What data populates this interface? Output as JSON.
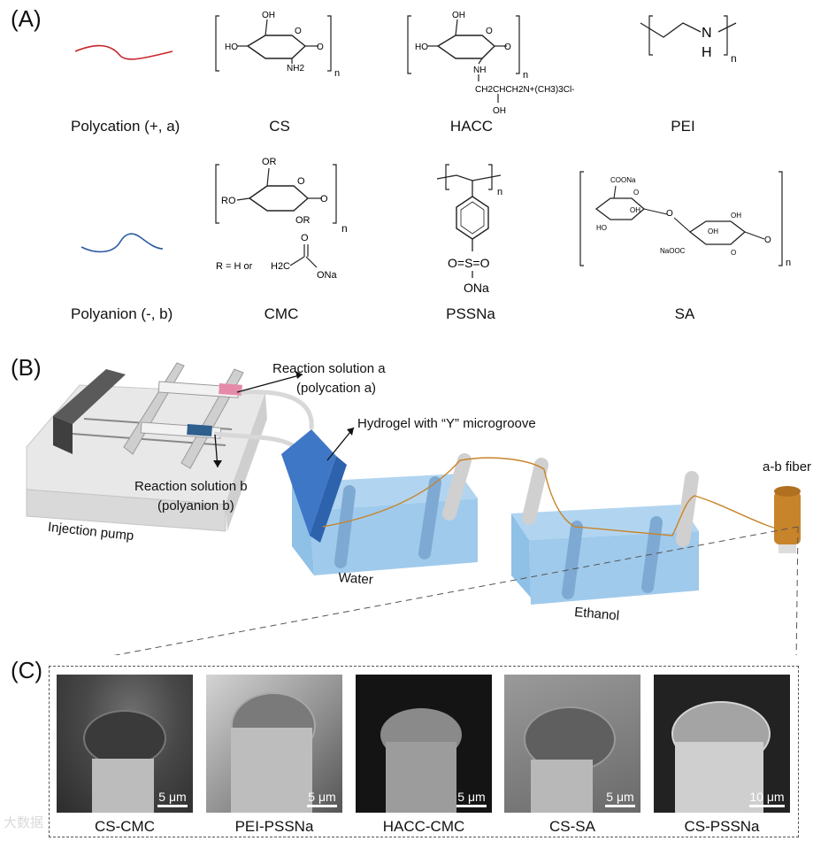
{
  "panels": {
    "a": "(A)",
    "b": "(B)",
    "c": "(C)"
  },
  "panelA": {
    "polycation_label": "Polycation (+, a)",
    "polyanion_label": "Polyanion (-, b)",
    "names": {
      "cs": "CS",
      "hacc": "HACC",
      "pei": "PEI",
      "cmc": "CMC",
      "pssna": "PSSNa",
      "sa": "SA"
    },
    "chem": {
      "oh": "OH",
      "ho": "HO",
      "nh2": "NH2",
      "nh": "NH",
      "n": "N",
      "h": "H",
      "o": "O",
      "sub_n": "n",
      "hacc_chain": "CH2CHCH2N+(CH3)3Cl-",
      "or": "OR",
      "ro": "RO",
      "r_def": "R = H or",
      "ch2": "H2C",
      "ona": "ONa",
      "so3": "O=S=O",
      "coona": "COONa",
      "naooc": "NaOOC"
    }
  },
  "panelB": {
    "reaction_a": "Reaction solution a",
    "reaction_a_sub": "(polycation a)",
    "reaction_b": "Reaction solution b",
    "reaction_b_sub": "(polyanion b)",
    "hydrogel": "Hydrogel with “Y” microgroove",
    "pump": "Injection pump",
    "water": "Water",
    "ethanol": "Ethanol",
    "fiber": "a-b fiber"
  },
  "panelC": {
    "images": [
      {
        "caption": "CS-CMC",
        "scale": "5 μm"
      },
      {
        "caption": "PEI-PSSNa",
        "scale": "5 μm"
      },
      {
        "caption": "HACC-CMC",
        "scale": "5 μm"
      },
      {
        "caption": "CS-SA",
        "scale": "5 μm"
      },
      {
        "caption": "CS-PSSNa",
        "scale": "10 μm"
      }
    ]
  },
  "watermark": "大数据",
  "colors": {
    "polycation": "#c8252a",
    "polyanion": "#2b5aa0",
    "water": "#8fc0e6",
    "fiber": "#c8842a"
  }
}
